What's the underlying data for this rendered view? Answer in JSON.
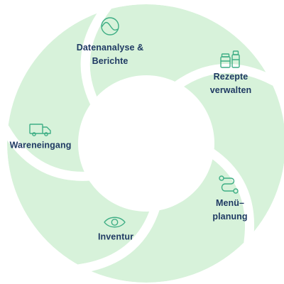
{
  "colors": {
    "segment_fill": "#d7f2da",
    "separator": "#ffffff",
    "icon_stroke": "#3fae85",
    "label_text": "#1f3a63",
    "background": "#ffffff"
  },
  "segments": [
    {
      "id": "datenanalyse",
      "icon": "chart-curve-icon",
      "lines": [
        "Datenanalyse &",
        "Berichte"
      ]
    },
    {
      "id": "rezepte",
      "icon": "jars-icon",
      "lines": [
        "Rezepte",
        "verwalten"
      ]
    },
    {
      "id": "menueplanung",
      "icon": "route-icon",
      "lines": [
        "Menü–",
        "planung"
      ]
    },
    {
      "id": "inventur",
      "icon": "eye-icon",
      "lines": [
        "Inventur"
      ]
    },
    {
      "id": "wareneingang",
      "icon": "truck-icon",
      "lines": [
        "Wareneingang"
      ]
    }
  ]
}
